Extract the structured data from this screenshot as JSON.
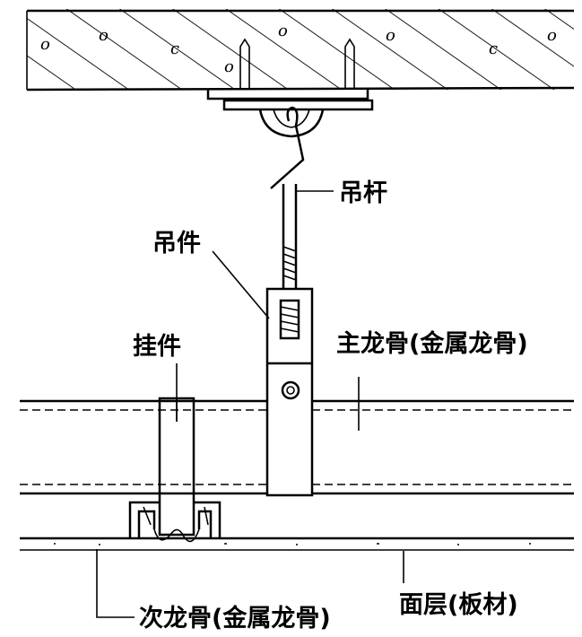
{
  "labels": {
    "hanger_rod": "吊杆",
    "hanger": "吊件",
    "hook_piece": "挂件",
    "main_keel": "主龙骨(金属龙骨)",
    "secondary_keel": "次龙骨(金属龙骨)",
    "surface_layer": "面层(板材)"
  },
  "colors": {
    "ink": "#000000",
    "paper": "#ffffff"
  }
}
